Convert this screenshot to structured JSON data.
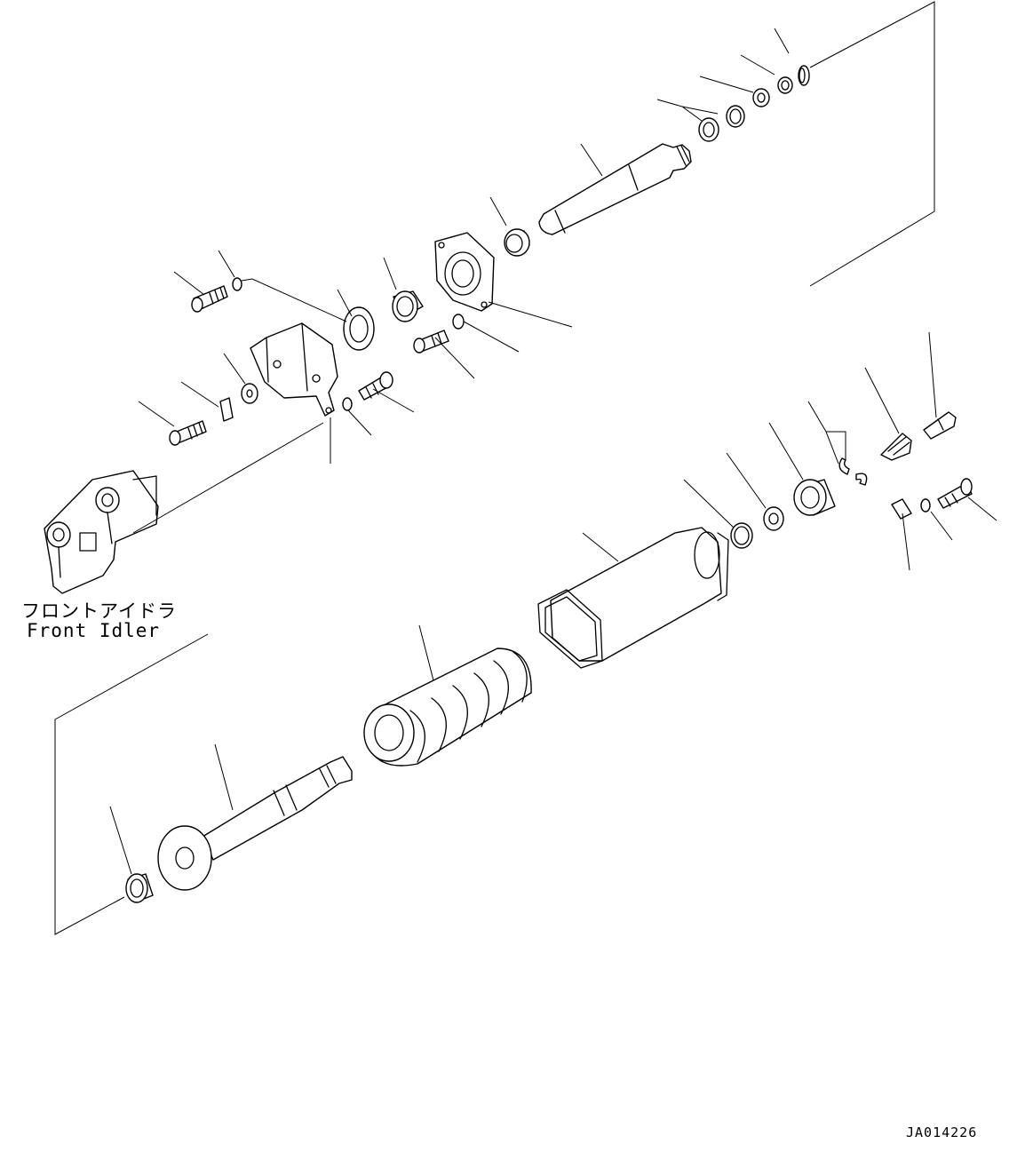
{
  "labels": {
    "front_idler_jp": "フロントアイドラ",
    "front_idler_en": "Front Idler",
    "drawing_number": "JA014226"
  }
}
